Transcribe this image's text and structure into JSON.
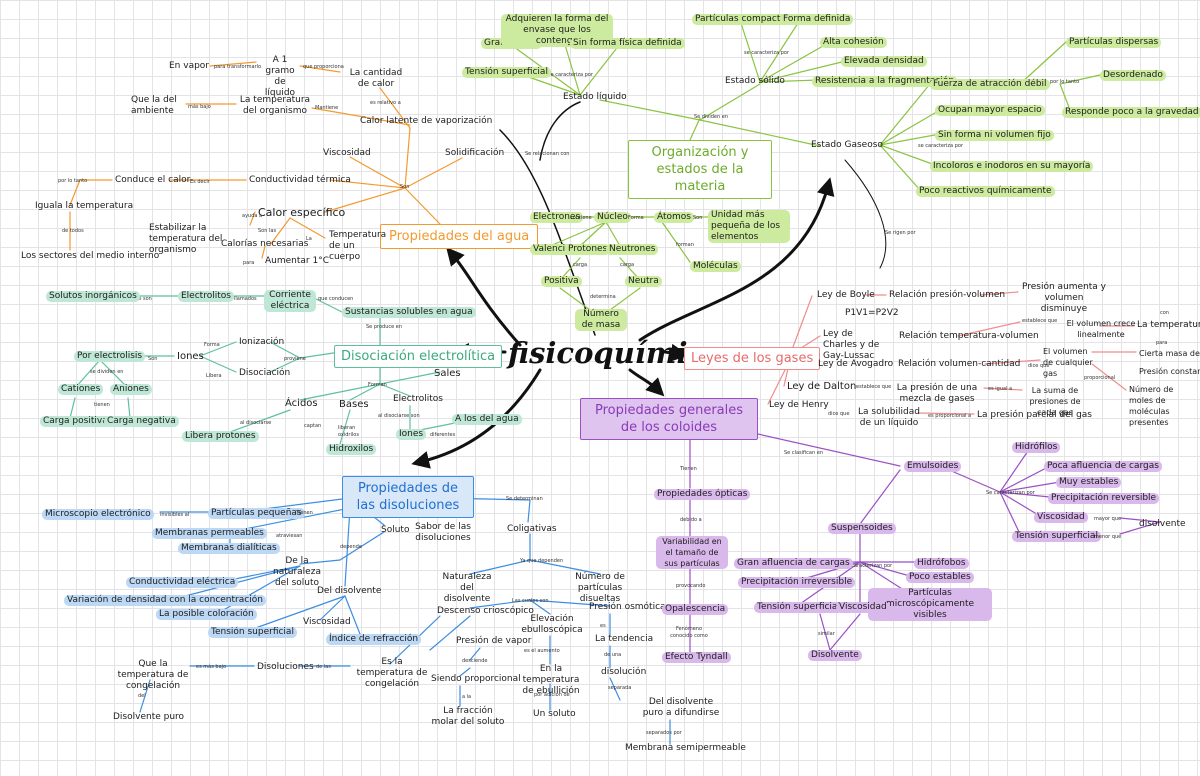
{
  "center": "fisicoquímica",
  "water": {
    "title": "Propiedades del agua",
    "son": "Son",
    "viscosidad": "Viscosidad",
    "solidificacion": "Solidificación",
    "conductividad": "Conductividad térmica",
    "de_decir": "Es decir",
    "conduce": "Conduce el calor",
    "por_lo_tanto": "por lo tanto",
    "iguala": "Iguala la temperatura",
    "de_todos": "de todos",
    "sectores": "Los sectores del medio interno",
    "calor_especifico": "Calor específico",
    "ayuda_a": "ayuda a",
    "estabilizar": "Estabilizar la temperatura del organismo",
    "son_las": "Son las",
    "calorias": "Calorías necesarias",
    "para": "para",
    "aumentar": "Aumentar 1°C",
    "la": "La",
    "temperatura_gramo": "Temperatura de un cuerpo",
    "calor_latente": "Calor latente de vaporización",
    "es_relativo_a": "es relativo a",
    "cantidad_calor": "La cantidad de calor",
    "que_proporciona": "que proporciona",
    "gramo_liquido": "A 1 gramo de líquido",
    "para_transformarlo": "para transformarlo",
    "en_vapor": "En vapor",
    "temp_organismo": "La temperatura del organismo",
    "mantiene": "Mantiene",
    "mas_bajo": "más bajo",
    "que_la_del_ambiente": "Que la del ambiente"
  },
  "org": {
    "title": "Organización y estados de la materia",
    "se_dividen_en": "Se dividen en",
    "estado_liquido": "Estado líquido",
    "se_caracteriza_por": "se caracteriza por",
    "tension_superficial": "Tensión superficial",
    "gran_fluidez": "Gran fluidez",
    "adquieren_forma": "Adquieren la forma del envase que los contenga",
    "sin_forma_fija": "Sin forma física definida",
    "estado_solido": "Estado sólido",
    "se_caracteriza_por2": "se caracteriza por",
    "particulas_compactas": "Partículas compactas",
    "forma_definida": "Forma definida",
    "alta_cohesion": "Alta cohesión",
    "elevada_densidad": "Elevada densidad",
    "resistencia": "Resistencia a la fragmentación",
    "estado_gaseoso": "Estado Gaseoso",
    "se_caracteriza_por3": "se caracteriza por",
    "fuerza_atraccion": "Fuerza de atracción débil",
    "por_lo_tanto": "por lo tanto",
    "particulas_dispersas": "Partículas dispersas",
    "desordenado": "Desordenado",
    "responde_poco": "Responde poco a la gravedad",
    "ocupan_espacio": "Ocupan mayor espacio",
    "sin_forma_volumen": "Sin forma ni volumen fijo",
    "incoloros": "Incoloros e inodoros en su mayoría",
    "poco_reactivos": "Poco reactivos químicamente",
    "se_relacionan_con": "Se relacionan con",
    "electrones": "Electrones",
    "nucleo": "Núcleo",
    "forma": "Forma",
    "atomos": "Átomos",
    "son": "Son",
    "unidad": "Unidad más pequeña de los elementos",
    "forman": "forman",
    "moleculas": "Moléculas",
    "valencia": "Valencia",
    "protones": "Protones",
    "neutrones": "Neutrones",
    "carga": "carga",
    "positiva": "Positiva",
    "neutra": "Neutra",
    "numero_masa": "Número de masa",
    "determina": "determina",
    "contiene": "contiene"
  },
  "gases": {
    "title": "Leyes de los gases",
    "se_rigen_por": "Se rigen por",
    "boyle": "Ley de Boyle",
    "boyle_rel": "Relación presión-volumen",
    "boyle_desc": "Presión aumenta y volumen disminuye",
    "boyle_formula": "P1V1=P2V2",
    "charles": "Ley de Charles y de Gay-Lussac",
    "charles_rel": "Relación temperatura-volumen",
    "establece_que": "establece que",
    "volumen_crece": "El volumen crece linealmente",
    "con": "con",
    "temperatura": "La temperatura",
    "avogadro": "Ley de Avogadro",
    "avogadro_rel": "Relación volumen-cantidad",
    "dice_que": "dice que",
    "volumen_gas": "El volumen de cualquier gas",
    "proporcional": "proporcional",
    "numero_moles": "Número de moles de moléculas presentes",
    "para": "para",
    "cierta_masa": "Cierta masa de gas",
    "presion_constante": "Presión constante",
    "dalton": "Ley de Dalton",
    "establece_que2": "establece que",
    "presion_mezcla": "La presión de una mezcla de gases",
    "es_igual_a": "es igual a",
    "suma_presiones": "La suma de presiones de cada gas",
    "henry": "Ley de Henry",
    "dice_que2": "dice que",
    "solubilidad": "La solubilidad de un líquido",
    "es_proporcional": "es proporcional a",
    "presion_parcial": "La presión parcial del gas"
  },
  "electro": {
    "title": "Disociación electrolítica",
    "se_produce_en": "Se produce en",
    "sustancias": "Sustancias solubles en agua",
    "que_conducen": "que conducen",
    "corriente": "Corriente eléctrica",
    "llamados": "llamados",
    "electrolitos": "Electrolitos",
    "que_son": "que son",
    "solutos": "Solutos inorgánicos",
    "forma": "Forma",
    "ionizacion": "Ionización",
    "libera": "Libera",
    "disociacion": "Disociación",
    "proviene": "proviene",
    "iones": "Iones",
    "son": "Son",
    "por_electrolisis": "Por electrolisis",
    "se_dividen_en": "se dividen en",
    "cationes": "Cationes",
    "aniones": "Aniones",
    "tienen": "tienen",
    "carga_positiva": "Carga positiva",
    "carga_negativa": "Carga negativa",
    "forman": "Forman",
    "sales": "Sales",
    "acidos": "Ácidos",
    "bases": "Bases",
    "electrolitos2": "Electrolitos",
    "se_disocian": "al disociarse",
    "libera_protones": "Libera protones",
    "captan": "captan",
    "liberan": "liberan oxidrilos",
    "hidroxilos": "Hidroxilos",
    "al_disociarse": "al disociarse son",
    "iones2": "Iones",
    "diferentes": "diferentes",
    "a_los_del_agua": "A los del agua"
  },
  "disol": {
    "title": "Propiedades de las disoluciones",
    "se_determinan": "Se determinan",
    "microscopio": "Microscopio electrónico",
    "invisibles_al": "invisibles al",
    "particulas": "Partículas pequeñas",
    "tienen": "Tienen",
    "membranas_permeables": "Membranas permeables",
    "atraviesan": "atraviesan",
    "membranas_dialiticas": "Membranas dialíticas",
    "soluto": "Soluto",
    "sabor": "Sabor de las disoluciones",
    "depende": "depende",
    "naturaleza_soluto": "De la naturaleza del soluto",
    "conductividad": "Conductividad eléctrica",
    "variacion": "Variación de densidad con la concentración",
    "posible_coloracion": "La posible coloración",
    "del_disolvente": "Del disolvente",
    "tension": "Tensión superficial",
    "viscosidad": "Viscosidad",
    "indice": "Índice de refracción",
    "coligativas": "Coligativas",
    "ya_que_dependen": "Ya que dependen",
    "naturaleza_disolvente": "Naturaleza del disolvente",
    "numero_particulas": "Número de partículas disueltas",
    "las_cuales_son": "Las cuales son",
    "descenso": "Descenso crioscópico",
    "elevacion": "Elevación ebulloscópica",
    "presion_osmotica": "Presión osmótica",
    "presion_vapor": "Presión de vapor",
    "desciende": "desciende",
    "siendo_proporcional": "Siendo proporcional",
    "a_la": "a la",
    "fraccion_molar": "La fracción molar del soluto",
    "es_el_aumento": "es el aumento",
    "en_temperatura": "En la temperatura de ebullición",
    "por_adicion": "por adición de",
    "un_soluto": "Un soluto",
    "es": "es",
    "tendencia": "La tendencia",
    "de_una": "de una",
    "disolucion": "disolución",
    "separada": "separada",
    "disolvente_puro": "Del disolvente puro a difundirse",
    "separados_por": "separados por",
    "membrana": "Membrana semipermeable",
    "es_la_temp": "Es la temperatura de congelación",
    "de_las": "de las",
    "disoluciones": "Disoluciones",
    "es_mas_bajo": "es más bajo",
    "que_temp": "Que la temperatura de congelación",
    "del": "del",
    "disolvente_puro2": "Disolvente puro"
  },
  "coloides": {
    "title": "Propiedades generales de los coloides",
    "tienen": "Tienen",
    "opticas": "Propiedades ópticas",
    "debido_a": "debido a",
    "variabilidad": "Variabilidad en el tamaño de sus partículas",
    "provocando": "provocando",
    "opalescencia": "Opalescencia",
    "fenomeno": "Fenómeno conocido como",
    "tyndall": "Efecto Tyndall",
    "se_clasifican_en": "Se clasifican en",
    "emulsoides": "Emulsoides",
    "se_caracterizan_por": "Se caracterizan por",
    "hidrofilos": "Hidrófilos",
    "poca_afluencia": "Poca afluencia de cargas",
    "muy_estables": "Muy estables",
    "precipitacion_rev": "Precipitación reversible",
    "viscosidad": "Viscosidad",
    "mayor_que": "mayor que",
    "disolvente": "disolvente",
    "tension": "Tensión superficial",
    "menor_que": "menor que",
    "suspensoides": "Suspensoides",
    "se_caracterizan_por2": "se caracterizan por",
    "gran_afluencia": "Gran afluencia de cargas",
    "hidrofobos": "Hidrófobos",
    "precipitacion_irr": "Precipitación irreversible",
    "poco_estables": "Poco estables",
    "particulas_visibles": "Partículas microscópicamente visibles",
    "tension2": "Tensión superficial",
    "viscosidad2": "Viscosidad",
    "similar": "similar",
    "disolvente2": "Disolvente"
  },
  "colors": {
    "water": "#f39a2e",
    "org": "#8ac43f",
    "gases": "#f08c8c",
    "electro": "#5fc19b",
    "disol": "#3c8ee0",
    "coloides": "#9b4fc5",
    "center": "#111111"
  }
}
